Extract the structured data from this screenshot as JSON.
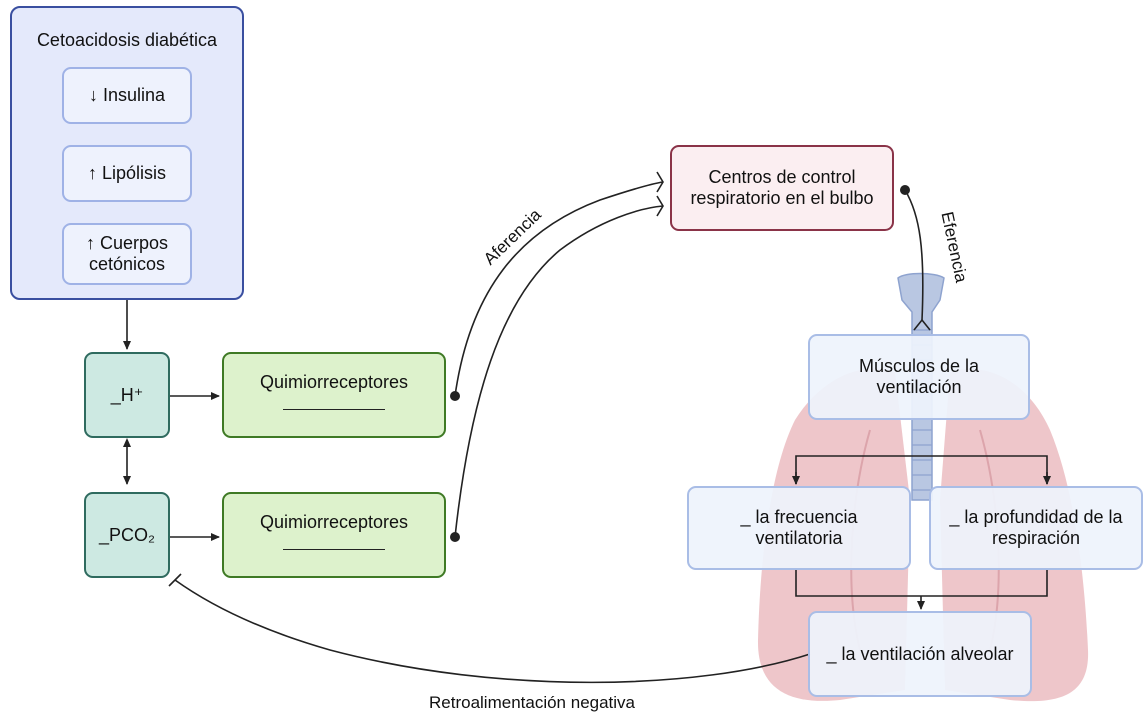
{
  "panel": {
    "title": "Cetoacidosis diabética",
    "insulina": "↓ Insulina",
    "lipolisis": "↑ Lipólisis",
    "cuerpos_l1": "↑ Cuerpos",
    "cuerpos_l2": "cetónicos"
  },
  "h_box": "_H⁺",
  "pco2_box": "_PCO₂",
  "quimio_1": "Quimiorreceptores",
  "quimio_2": "Quimiorreceptores",
  "centros_l1": "Centros de control",
  "centros_l2": "respiratorio en el bulbo",
  "musculos_l1": "Músculos de la",
  "musculos_l2": "ventilación",
  "frecuencia_l1": "_ la frecuencia",
  "frecuencia_l2": "ventilatoria",
  "profundidad_l1": "_ la profundidad de la",
  "profundidad_l2": "respiración",
  "ventilacion_alveolar": "_ la ventilación alveolar",
  "labels": {
    "aferencia": "Aferencia",
    "eferencia": "Eferencia",
    "retroalimentacion": "Retroalimentación negativa"
  }
}
